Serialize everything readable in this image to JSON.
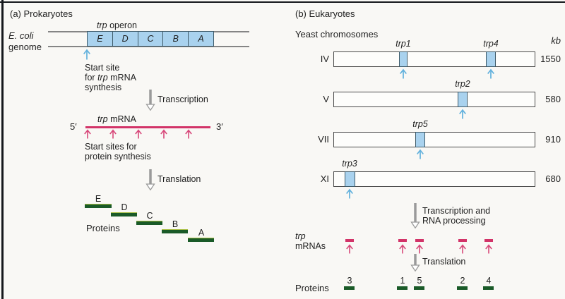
{
  "figure": {
    "kind": "gene-organization-comparison"
  },
  "colors": {
    "gene_fill_blue": "#a9d2ee",
    "marker_blue": "#62b1dd",
    "mrna_pink": "#d23368",
    "protein_green": "#1a5a28",
    "process_arrow_gray": "#9a9a9a"
  },
  "panel_a": {
    "title": "(a) Prokaryotes",
    "operon_label": {
      "italic": "trp",
      "rest": " operon"
    },
    "genome_label_line1": "E. coli",
    "genome_label_line2": "genome",
    "genes": [
      "E",
      "D",
      "C",
      "B",
      "A"
    ],
    "start_site_note": {
      "line1": "Start site",
      "line2_pre": "for ",
      "line2_italic": "trp",
      "line2_post": " mRNA",
      "line3": "synthesis"
    },
    "transcription_label": "Transcription",
    "mrna_label": {
      "italic": "trp",
      "rest": " mRNA"
    },
    "five_prime": "5′",
    "three_prime": "3′",
    "start_sites_note": {
      "line1": "Start sites for",
      "line2": "protein synthesis"
    },
    "translation_label": "Translation",
    "proteins_label": "Proteins",
    "protein_bars": [
      "E",
      "D",
      "C",
      "B",
      "A"
    ]
  },
  "panel_b": {
    "title": "(b) Eukaryotes",
    "subtitle": "Yeast chromosomes",
    "kb_header": "kb",
    "chromosomes": [
      {
        "name": "IV",
        "kb": "1550",
        "genes": [
          {
            "label": "trp1"
          },
          {
            "label": "trp4"
          }
        ]
      },
      {
        "name": "V",
        "kb": "580",
        "genes": [
          {
            "label": "trp2"
          }
        ]
      },
      {
        "name": "VII",
        "kb": "910",
        "genes": [
          {
            "label": "trp5"
          }
        ]
      },
      {
        "name": "XI",
        "kb": "680",
        "genes": [
          {
            "label": "trp3"
          }
        ]
      }
    ],
    "transcription_label_line1": "Transcription and",
    "transcription_label_line2": "RNA processing",
    "mrnas_label": {
      "italic": "trp",
      "line2": "mRNAs"
    },
    "translation_label": "Translation",
    "proteins_label": "Proteins",
    "protein_numbers": [
      "3",
      "1",
      "5",
      "2",
      "4"
    ]
  }
}
